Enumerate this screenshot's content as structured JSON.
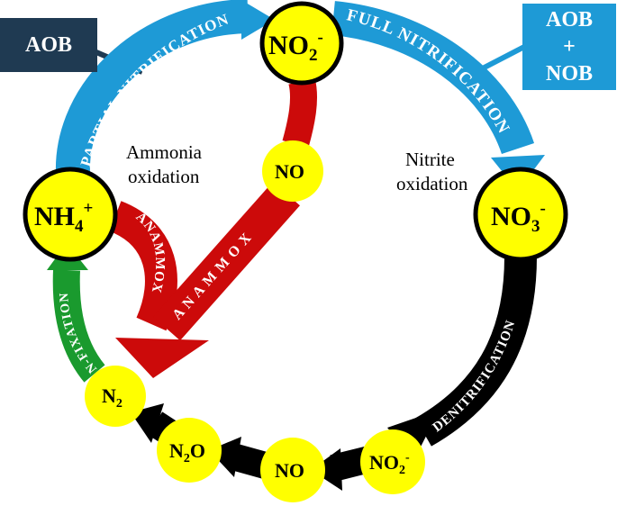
{
  "boxes": {
    "aob": "AOB",
    "aob_nob": [
      "AOB",
      "+",
      "NOB"
    ]
  },
  "nodes": {
    "no2_top": {
      "base": "NO",
      "sub": "2",
      "sup": "-"
    },
    "no_mid": {
      "base": "NO"
    },
    "nh4": {
      "base": "NH",
      "sub": "4",
      "sup": "+"
    },
    "no3": {
      "base": "NO",
      "sub": "3",
      "sup": "-"
    },
    "n2": {
      "base": "N",
      "sub": "2"
    },
    "n2o": {
      "base": "N",
      "sub": "2",
      "tail": "O"
    },
    "no_bottom": {
      "base": "NO"
    },
    "no2_bottom": {
      "base": "NO",
      "sub": "2",
      "sup": "-"
    }
  },
  "arrows": {
    "partial_nitrification": "PARTIAL NITRIFICATION",
    "full_nitrification": "FULL NITRIFICATION",
    "anammox_vertical": "ANAMMOX",
    "anammox_diagonal": "A N A M M O X",
    "denitrification": "DENITRIFICATION",
    "n_fixation": "N-FIXATION"
  },
  "labels": {
    "ammonia_oxidation": [
      "Ammonia",
      "oxidation"
    ],
    "nitrite_oxidation": [
      "Nitrite",
      "oxidation"
    ]
  },
  "colors": {
    "node_fill": "#ffff00",
    "blue_arrow": "#1e9ad6",
    "red_arrow": "#cc0a0a",
    "green_arrow": "#1a9a2e",
    "black_arrow": "#000000",
    "aob_box": "#1f3a52",
    "aob_nob_box": "#1e9ad6"
  }
}
